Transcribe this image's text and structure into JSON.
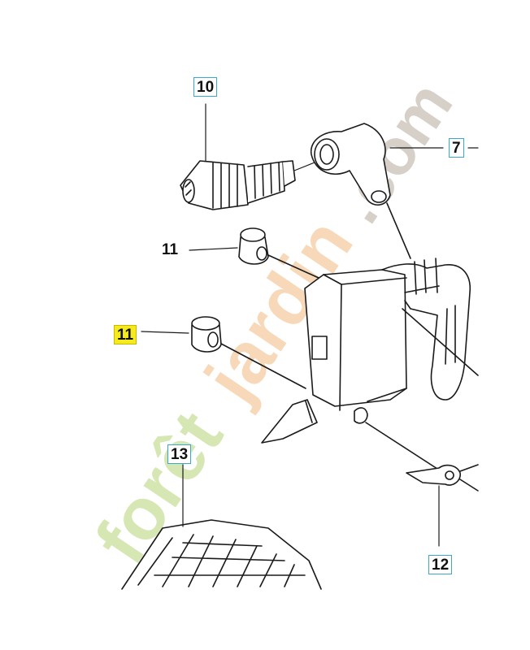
{
  "callouts": {
    "p10": "10",
    "p7": "7",
    "p11_upper": "11",
    "p11_lower": "11",
    "p13": "13",
    "p12": "12"
  },
  "watermark": {
    "text": "foretjardin.com",
    "colors": {
      "foret": "#cfe3a8",
      "jardin": "#f6d3ad",
      "com": "#cfc8bf"
    }
  },
  "colors": {
    "callout_border": "#3aa9c9",
    "highlight": "#f4ea1e",
    "line": "#1a1a1a"
  }
}
